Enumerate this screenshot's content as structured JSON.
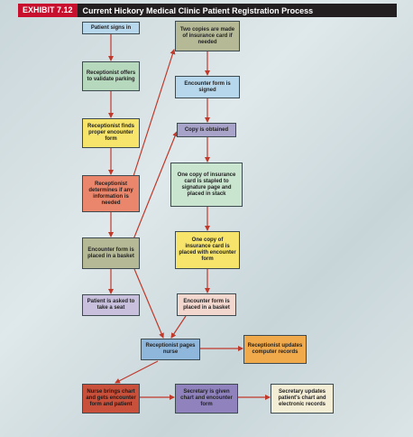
{
  "header": {
    "exhibit": "EXHIBIT 7.12",
    "title": "Current Hickory Medical Clinic Patient Registration Process"
  },
  "boxes": {
    "patient_signs_in": "Patient signs in",
    "receptionist_parking": "Receptionist offers to validate parking",
    "receptionist_finds_form": "Receptionist finds proper encounter form",
    "receptionist_determines": "Receptionist determines if any information is needed",
    "encounter_form_basket": "Encounter form is placed in a basket",
    "patient_take_seat": "Patient is asked to take a seat",
    "two_copies": "Two copies are made of insurance card if needed",
    "encounter_form_signed": "Encounter form is signed",
    "copy_obtained": "Copy is obtained",
    "copy_stapled": "One copy of insurance card is stapled to signature page and placed in stack",
    "copy_placed_form": "One copy of insurance card is placed with encounter form",
    "form_placed_basket": "Encounter form is placed in a basket",
    "receptionist_pages_nurse": "Receptionist pages nurse",
    "receptionist_updates": "Receptionist updates computer records",
    "nurse_brings_chart": "Nurse brings chart and gets encounter form and patient",
    "secretary_given_chart": "Secretary is given chart and encounter form",
    "secretary_updates": "Secretary updates patient's chart and electronic records"
  }
}
